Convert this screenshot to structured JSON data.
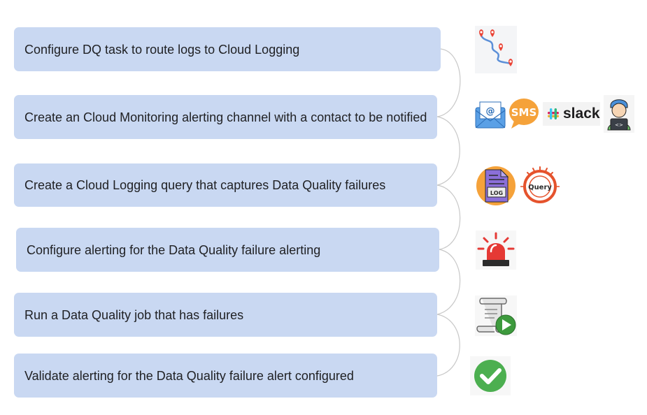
{
  "steps": [
    {
      "label": "Configure DQ task to route logs to Cloud Logging",
      "icon": "map-route-icon"
    },
    {
      "label": "Create an Cloud Monitoring alerting channel with a contact to be notified",
      "icon": "notification-channels-icons"
    },
    {
      "label": "Create a Cloud Logging query that captures Data Quality failures",
      "icon": "log-query-icons"
    },
    {
      "label": "Configure alerting for the Data Quality failure alerting",
      "icon": "alarm-siren-icon"
    },
    {
      "label": "Run a Data Quality job that has failures",
      "icon": "run-script-icon"
    },
    {
      "label": "Validate alerting for the Data Quality failure alert configured",
      "icon": "checkmark-icon"
    }
  ],
  "icons": {
    "sms_text": "SMS",
    "slack_text": "slack",
    "log_text": "LOG",
    "query_text": "Query",
    "code_text": "<>"
  },
  "colors": {
    "step_bg": "#c9d8f2",
    "connector": "#c8c8c8",
    "pin_red": "#ea4335",
    "sms_orange": "#f5a23a",
    "check_green": "#4caf50"
  }
}
